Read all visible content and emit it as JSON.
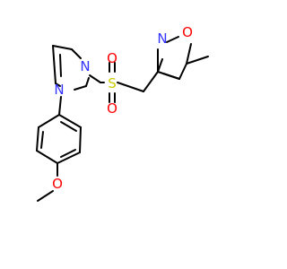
{
  "colors": {
    "background": "#ffffff",
    "bond": "#000000",
    "nitrogen": "#3333ff",
    "oxygen": "#ff0000",
    "sulfur": "#cccc00"
  },
  "atoms": {
    "n_imidazole_ring": {
      "text": "N",
      "element": "nitrogen"
    },
    "n_imidazole_aryl": {
      "text": "N",
      "element": "nitrogen"
    },
    "s_sulfonyl": {
      "text": "S",
      "element": "sulfur"
    },
    "o_sulfonyl_top": {
      "text": "O",
      "element": "oxygen"
    },
    "o_sulfonyl_bottom": {
      "text": "O",
      "element": "oxygen"
    },
    "n_isoxazole": {
      "text": "N",
      "element": "nitrogen"
    },
    "o_isoxazole": {
      "text": "O",
      "element": "oxygen"
    },
    "o_methoxy": {
      "text": "O",
      "element": "oxygen"
    }
  }
}
